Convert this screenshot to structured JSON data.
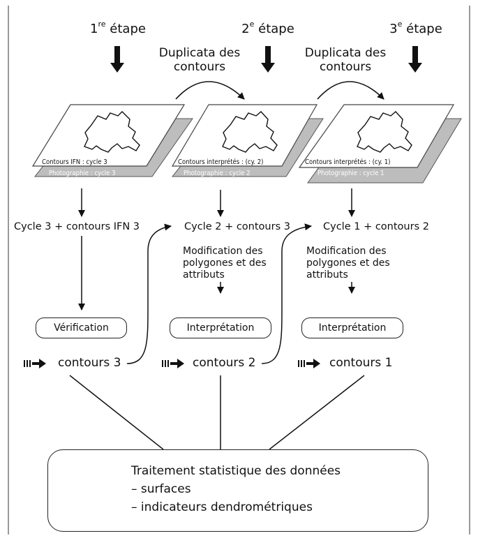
{
  "steps": [
    {
      "num": "1",
      "sup": "re",
      "word": "étape"
    },
    {
      "num": "2",
      "sup": "e",
      "word": "étape"
    },
    {
      "num": "3",
      "sup": "e",
      "word": "étape"
    }
  ],
  "duplicata": [
    "Duplicata des contours",
    "Duplicata des contours"
  ],
  "sheets": [
    {
      "top_label": "Contours IFN : cycle 3",
      "photo_label": "Photographie : cycle 3"
    },
    {
      "top_label": "Contours interprétés : (cy. 2)",
      "photo_label": "Photographie : cycle 2"
    },
    {
      "top_label": "Contours interprétés : (cy. 1)",
      "photo_label": "Photographie : cycle 1"
    }
  ],
  "cycles": [
    "Cycle 3 + contours IFN 3",
    "Cycle 2 + contours 3",
    "Cycle 1 + contours 2"
  ],
  "modifications": [
    "Modification des polygones et des attributs",
    "Modification des polygones et des attributs"
  ],
  "process_boxes": [
    "Vérification",
    "Interprétation",
    "Interprétation"
  ],
  "contours": [
    "contours 3",
    "contours 2",
    "contours 1"
  ],
  "treatment": {
    "title": "Traitement statistique des données",
    "items": [
      "– surfaces",
      "– indicateurs dendrométriques"
    ]
  }
}
